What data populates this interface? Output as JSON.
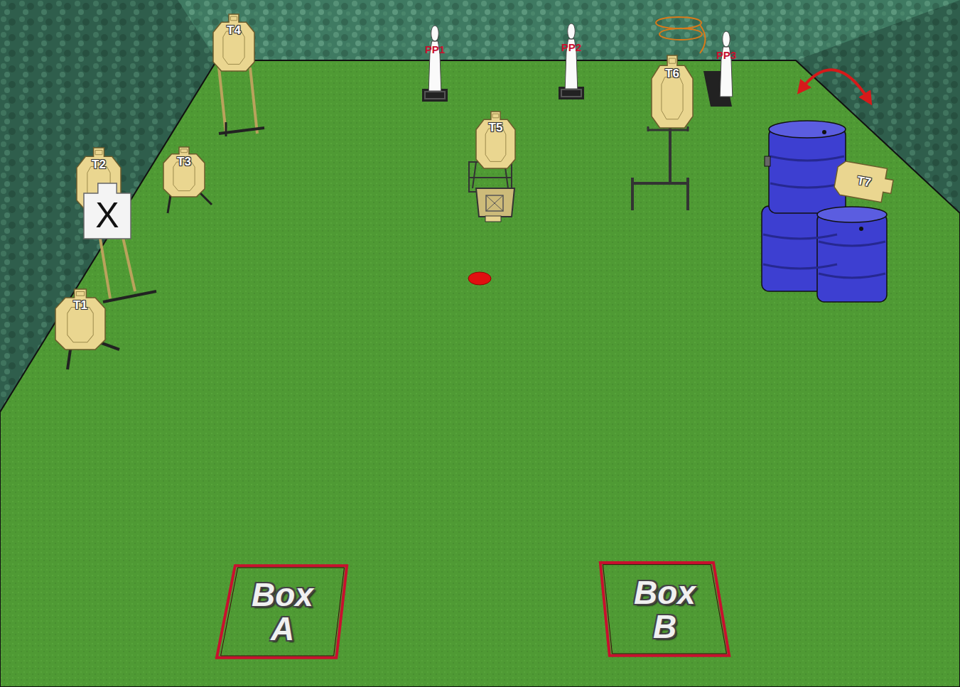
{
  "diagram": {
    "nodes": [
      {
        "text": [
          "T4"
        ]
      },
      {
        "text": [
          "PP1"
        ]
      },
      {
        "text": [
          "PP2"
        ]
      },
      {
        "text": [
          "T6"
        ]
      },
      {
        "text": [
          "PP3"
        ]
      },
      {
        "text": [
          "T5"
        ]
      },
      {
        "text": [
          "T2"
        ]
      },
      {
        "text": [
          "T3"
        ]
      },
      {
        "text": [
          "X"
        ]
      },
      {
        "text": [
          "T7"
        ]
      },
      {
        "text": [
          "T1"
        ]
      },
      {
        "text": [
          "Box A"
        ]
      },
      {
        "text": [
          "Box B"
        ]
      }
    ]
  }
}
